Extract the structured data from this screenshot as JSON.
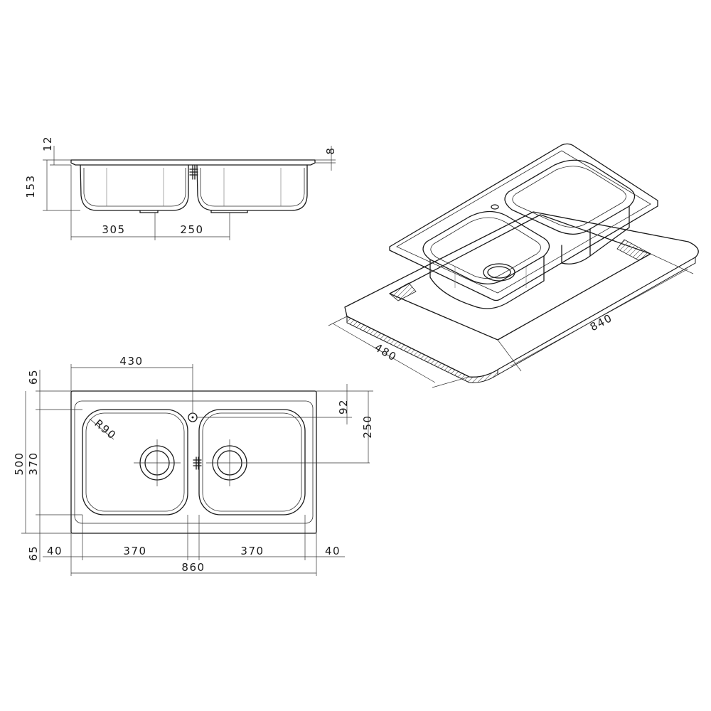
{
  "side_view": {
    "height_153": "153",
    "flange_12": "12",
    "edge_8": "8",
    "width_305": "305",
    "width_250": "250"
  },
  "plan_view": {
    "top_430": "430",
    "margin_65_top": "65",
    "overall_500": "500",
    "bowl_370_height": "370",
    "margin_65_bottom": "65",
    "tap_92": "92",
    "drain_250": "250",
    "radius": "R90",
    "edge_40_left": "40",
    "bowl_370_left": "370",
    "bowl_370_right": "370",
    "edge_40_right": "40",
    "overall_860": "860"
  },
  "iso_view": {
    "cutout_840": "840",
    "cutout_480": "480"
  }
}
